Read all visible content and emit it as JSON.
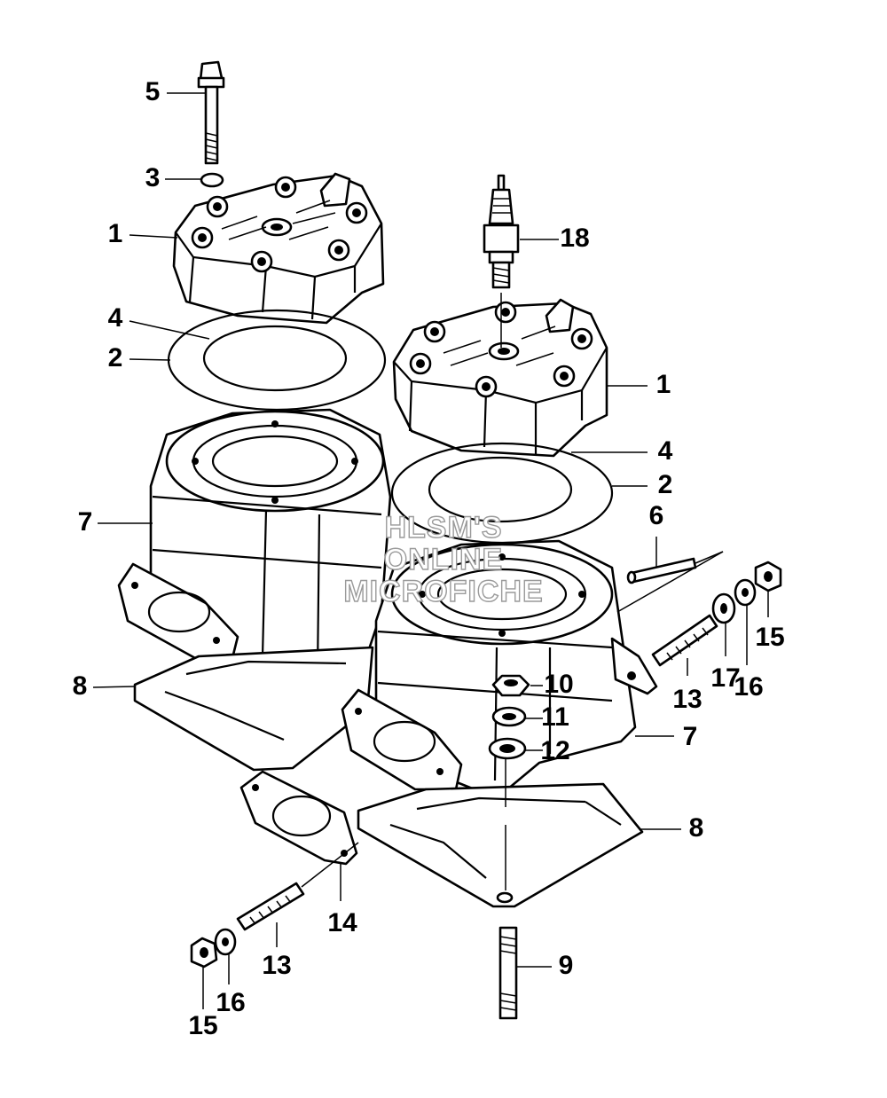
{
  "watermark": {
    "line1": "HLSM'S",
    "line2": "ONLINE",
    "line3": "MICROFICHE"
  },
  "callouts": {
    "c1_left": "1",
    "c1_right": "1",
    "c2_left": "2",
    "c2_right": "2",
    "c3": "3",
    "c4_left": "4",
    "c4_right": "4",
    "c5": "5",
    "c6": "6",
    "c7_left": "7",
    "c7_right": "7",
    "c8_left": "8",
    "c8_right": "8",
    "c9": "9",
    "c10": "10",
    "c11": "11",
    "c12": "12",
    "c13_right": "13",
    "c13_left": "13",
    "c14": "14",
    "c15_right": "15",
    "c15_left": "15",
    "c16_right": "16",
    "c16_left": "16",
    "c17": "17",
    "c18": "18"
  }
}
